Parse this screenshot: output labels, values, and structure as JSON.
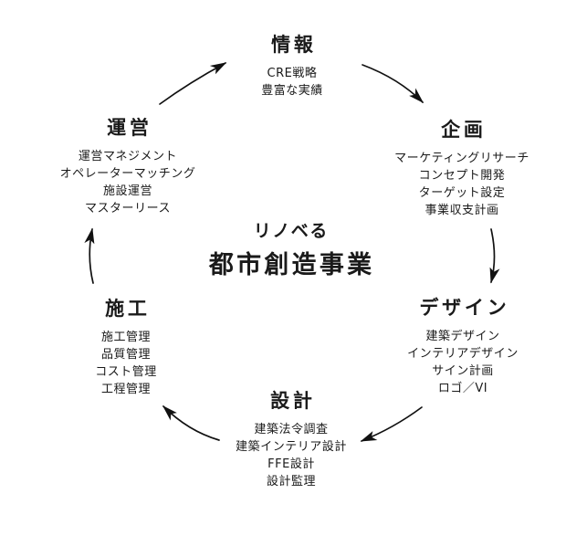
{
  "center": {
    "line1": "リノベる",
    "line2": "都市創造事業"
  },
  "sections": [
    {
      "id": "jouhou",
      "label": "情報",
      "items": [
        "CRE戦略",
        "豊富な実績"
      ]
    },
    {
      "id": "kikaku",
      "label": "企画",
      "items": [
        "マーケティングリサーチ",
        "コンセプト開発",
        "ターゲット設定",
        "事業収支計画"
      ]
    },
    {
      "id": "design",
      "label": "デザイン",
      "items": [
        "建築デザイン",
        "インテリアデザイン",
        "サイン計画",
        "ロゴ／VI"
      ]
    },
    {
      "id": "sekkei",
      "label": "設計",
      "items": [
        "建築法令調査",
        "建築インテリア設計",
        "FFE設計",
        "設計監理"
      ]
    },
    {
      "id": "sekou",
      "label": "施工",
      "items": [
        "施工管理",
        "品質管理",
        "コスト管理",
        "工程管理"
      ]
    },
    {
      "id": "unei",
      "label": "運営",
      "items": [
        "運営マネジメント",
        "オペレーターマッチング",
        "施設運営",
        "マスターリース"
      ]
    }
  ],
  "colors": {
    "text": "#1a1a1a",
    "arrow": "#111111",
    "background": "#ffffff"
  }
}
